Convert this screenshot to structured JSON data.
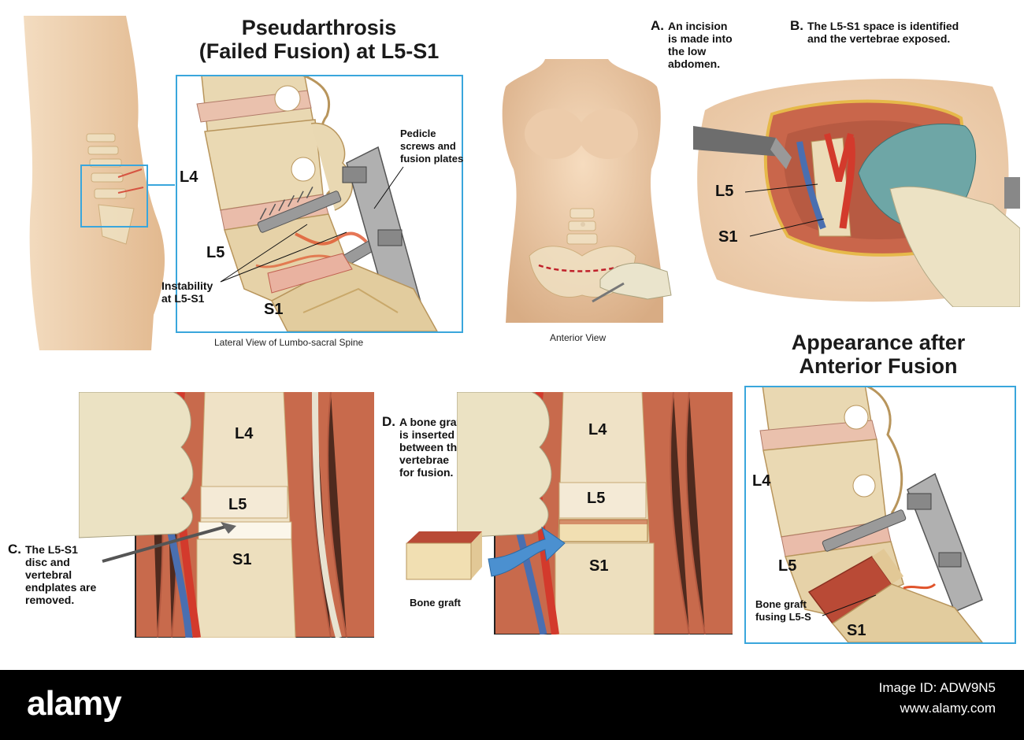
{
  "panel1": {
    "title_line1": "Pseudarthrosis",
    "title_line2": "(Failed Fusion) at L5-S1",
    "label_l4": "L4",
    "label_l5": "L5",
    "label_s1": "S1",
    "label_pedicle": "Pedicle\nscrews and\nfusion plates",
    "label_instability": "Instability\nat L5-S1",
    "caption": "Lateral View of Lumbo-sacral Spine"
  },
  "panel2": {
    "caption": "Anterior View"
  },
  "stepA": {
    "letter": "A.",
    "text": "An incision\nis made into\nthe low\nabdomen."
  },
  "stepB": {
    "letter": "B.",
    "text": "The L5-S1 space is identified\nand the vertebrae exposed.",
    "label_l5": "L5",
    "label_s1": "S1"
  },
  "stepC": {
    "letter": "C.",
    "text": "The L5-S1\ndisc and\nvertebral\nendplates are\nremoved.",
    "label_l4": "L4",
    "label_l5": "L5",
    "label_s1": "S1"
  },
  "stepD": {
    "letter": "D.",
    "text": "A bone graft\nis inserted\nbetween the\nvertebrae\nfor fusion.",
    "label_l4": "L4",
    "label_l5": "L5",
    "label_s1": "S1",
    "label_graft": "Bone graft"
  },
  "panel6": {
    "title_line1": "Appearance after",
    "title_line2": "Anterior Fusion",
    "label_l4": "L4",
    "label_l5": "L5",
    "label_s1": "S1",
    "label_graft": "Bone graft\nfusing L5-S"
  },
  "footer": {
    "brand": "alamy",
    "image_id_label": "Image ID: ADW9N5",
    "site": "www.alamy.com"
  },
  "colors": {
    "bone": "#e8d7b0",
    "bone_dark": "#c9a86a",
    "disc": "#e8b9a8",
    "skin": "#efd1b0",
    "muscle": "#c96a4d",
    "artery": "#d33a2c",
    "vein": "#4a6fb0",
    "box_blue": "#3aa6dc"
  }
}
